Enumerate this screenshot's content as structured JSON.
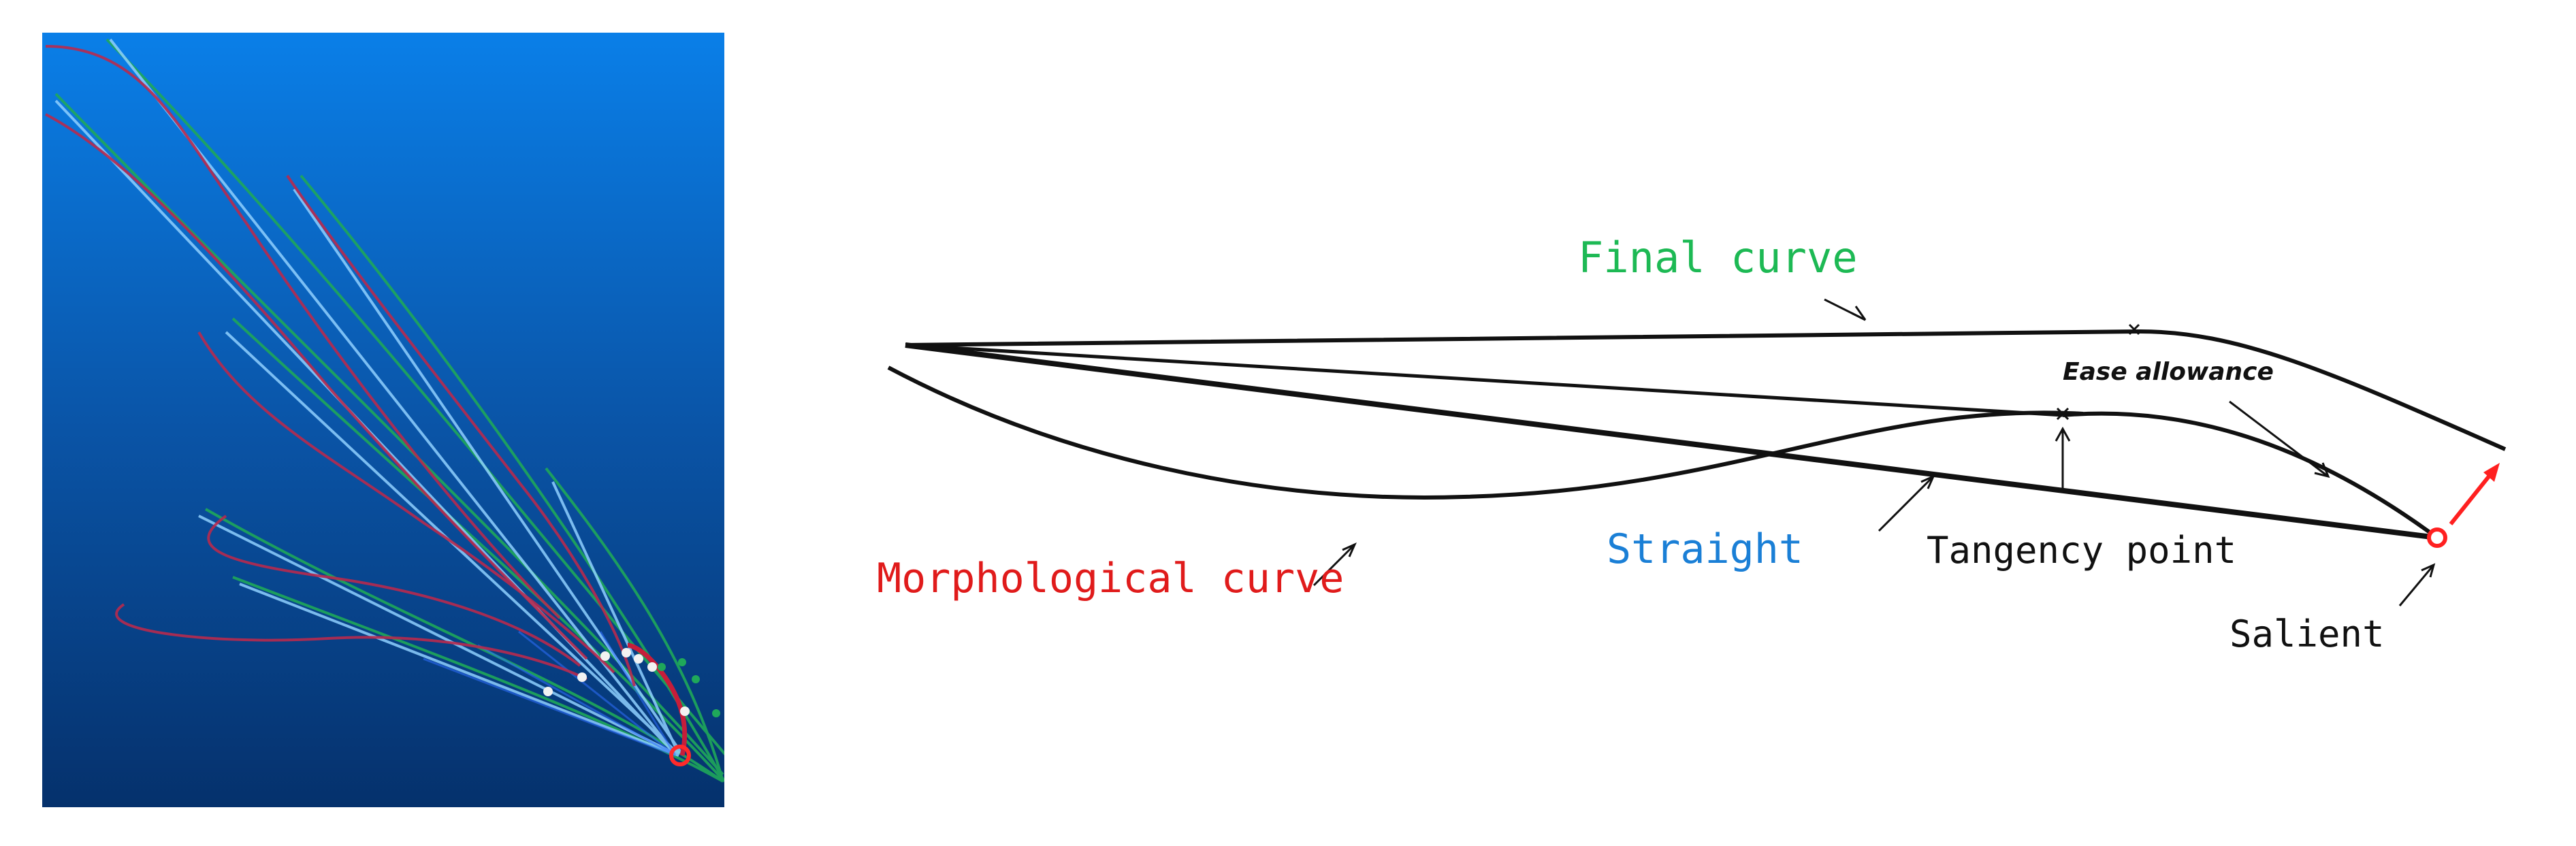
{
  "left_panel": {
    "background_gradient": [
      "#0b7fe6",
      "#094fa0",
      "#06326d"
    ],
    "colors": {
      "morphological": "#b9264c",
      "straight": "#7fc4ff",
      "final": "#1fa85a",
      "salient_marker": "#ff2a2a",
      "points": "#f2f2f2"
    }
  },
  "right_panel": {
    "labels": {
      "final_curve": "Final curve",
      "ease_allowance": "Ease allowance",
      "morphological_curve": "Morphological curve",
      "straight": "Straight",
      "tangency_point": "Tangency point",
      "salient": "Salient"
    },
    "colors": {
      "final_curve_label": "#1db954",
      "morphological_label": "#e01b1b",
      "straight_label": "#1a7fd6",
      "tangency_label": "#111111",
      "salient_label": "#111111",
      "curves": "#111111",
      "salient_marker": "#ff2020",
      "ease_arrow": "#ff2020"
    }
  }
}
